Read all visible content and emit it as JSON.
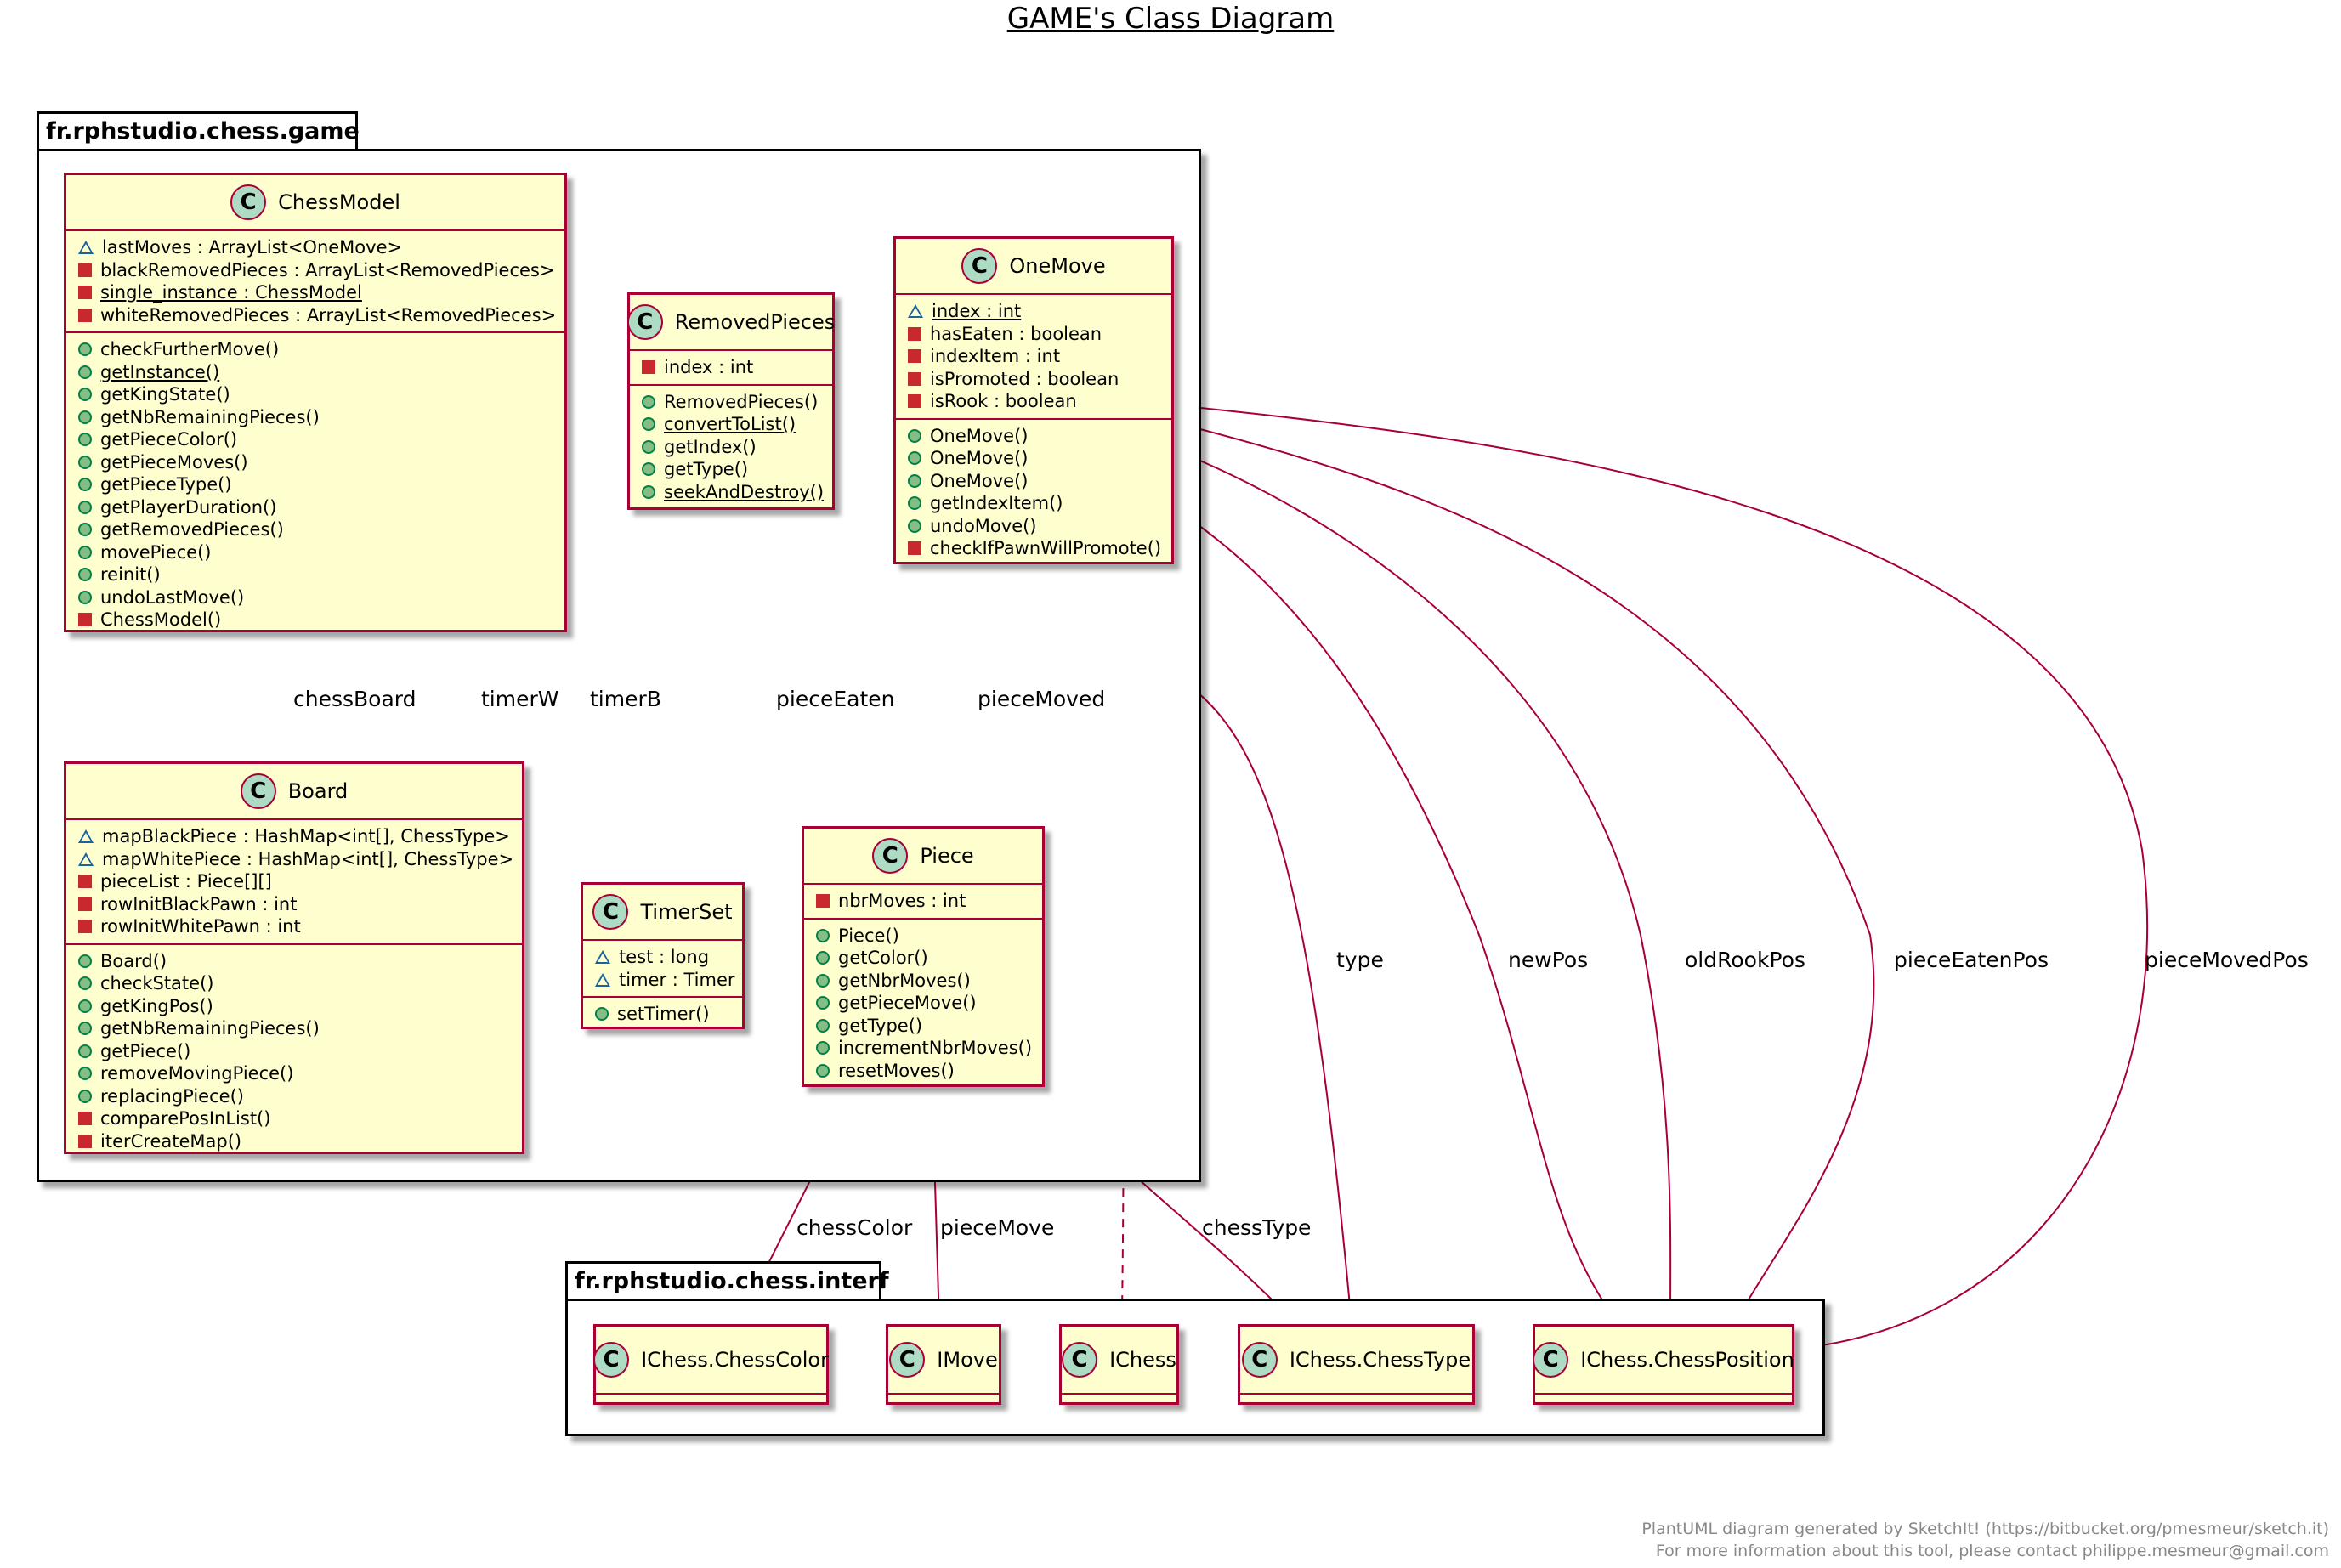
{
  "title": "GAME's Class Diagram",
  "packages": [
    {
      "id": "game",
      "name": "fr.rphstudio.chess.game"
    },
    {
      "id": "interf",
      "name": "fr.rphstudio.chess.interf"
    }
  ],
  "classes": [
    {
      "id": "ChessModel",
      "name": "ChessModel",
      "badge": "C",
      "fields": [
        {
          "vis": "package",
          "text": "lastMoves : ArrayList<OneMove>",
          "static": false
        },
        {
          "vis": "private",
          "text": "blackRemovedPieces : ArrayList<RemovedPieces>",
          "static": false
        },
        {
          "vis": "private",
          "text": "single_instance : ChessModel",
          "static": true
        },
        {
          "vis": "private",
          "text": "whiteRemovedPieces : ArrayList<RemovedPieces>",
          "static": false
        }
      ],
      "methods": [
        {
          "vis": "public",
          "text": "checkFurtherMove()",
          "static": false
        },
        {
          "vis": "public",
          "text": "getInstance()",
          "static": true
        },
        {
          "vis": "public",
          "text": "getKingState()",
          "static": false
        },
        {
          "vis": "public",
          "text": "getNbRemainingPieces()",
          "static": false
        },
        {
          "vis": "public",
          "text": "getPieceColor()",
          "static": false
        },
        {
          "vis": "public",
          "text": "getPieceMoves()",
          "static": false
        },
        {
          "vis": "public",
          "text": "getPieceType()",
          "static": false
        },
        {
          "vis": "public",
          "text": "getPlayerDuration()",
          "static": false
        },
        {
          "vis": "public",
          "text": "getRemovedPieces()",
          "static": false
        },
        {
          "vis": "public",
          "text": "movePiece()",
          "static": false
        },
        {
          "vis": "public",
          "text": "reinit()",
          "static": false
        },
        {
          "vis": "public",
          "text": "undoLastMove()",
          "static": false
        },
        {
          "vis": "private",
          "text": "ChessModel()",
          "static": false
        }
      ]
    },
    {
      "id": "RemovedPieces",
      "name": "RemovedPieces",
      "badge": "C",
      "fields": [
        {
          "vis": "private",
          "text": "index : int",
          "static": false
        }
      ],
      "methods": [
        {
          "vis": "public",
          "text": "RemovedPieces()",
          "static": false
        },
        {
          "vis": "public",
          "text": "convertToList()",
          "static": true
        },
        {
          "vis": "public",
          "text": "getIndex()",
          "static": false
        },
        {
          "vis": "public",
          "text": "getType()",
          "static": false
        },
        {
          "vis": "public",
          "text": "seekAndDestroy()",
          "static": true
        }
      ]
    },
    {
      "id": "OneMove",
      "name": "OneMove",
      "badge": "C",
      "fields": [
        {
          "vis": "package",
          "text": "index : int",
          "static": true
        },
        {
          "vis": "private",
          "text": "hasEaten : boolean",
          "static": false
        },
        {
          "vis": "private",
          "text": "indexItem : int",
          "static": false
        },
        {
          "vis": "private",
          "text": "isPromoted : boolean",
          "static": false
        },
        {
          "vis": "private",
          "text": "isRook : boolean",
          "static": false
        }
      ],
      "methods": [
        {
          "vis": "public",
          "text": "OneMove()",
          "static": false
        },
        {
          "vis": "public",
          "text": "OneMove()",
          "static": false
        },
        {
          "vis": "public",
          "text": "OneMove()",
          "static": false
        },
        {
          "vis": "public",
          "text": "getIndexItem()",
          "static": false
        },
        {
          "vis": "public",
          "text": "undoMove()",
          "static": false
        },
        {
          "vis": "private",
          "text": "checkIfPawnWillPromote()",
          "static": false
        }
      ]
    },
    {
      "id": "Board",
      "name": "Board",
      "badge": "C",
      "fields": [
        {
          "vis": "package",
          "text": "mapBlackPiece : HashMap<int[], ChessType>",
          "static": false
        },
        {
          "vis": "package",
          "text": "mapWhitePiece : HashMap<int[], ChessType>",
          "static": false
        },
        {
          "vis": "private",
          "text": "pieceList : Piece[][]",
          "static": false
        },
        {
          "vis": "private",
          "text": "rowInitBlackPawn : int",
          "static": false
        },
        {
          "vis": "private",
          "text": "rowInitWhitePawn : int",
          "static": false
        }
      ],
      "methods": [
        {
          "vis": "public",
          "text": "Board()",
          "static": false
        },
        {
          "vis": "public",
          "text": "checkState()",
          "static": false
        },
        {
          "vis": "public",
          "text": "getKingPos()",
          "static": false
        },
        {
          "vis": "public",
          "text": "getNbRemainingPieces()",
          "static": false
        },
        {
          "vis": "public",
          "text": "getPiece()",
          "static": false
        },
        {
          "vis": "public",
          "text": "removeMovingPiece()",
          "static": false
        },
        {
          "vis": "public",
          "text": "replacingPiece()",
          "static": false
        },
        {
          "vis": "private",
          "text": "comparePosInList()",
          "static": false
        },
        {
          "vis": "private",
          "text": "iterCreateMap()",
          "static": false
        }
      ]
    },
    {
      "id": "TimerSet",
      "name": "TimerSet",
      "badge": "C",
      "fields": [
        {
          "vis": "package",
          "text": "test : long",
          "static": false
        },
        {
          "vis": "package",
          "text": "timer : Timer",
          "static": false
        }
      ],
      "methods": [
        {
          "vis": "public",
          "text": "setTimer()",
          "static": false
        }
      ]
    },
    {
      "id": "Piece",
      "name": "Piece",
      "badge": "C",
      "fields": [
        {
          "vis": "private",
          "text": "nbrMoves : int",
          "static": false
        }
      ],
      "methods": [
        {
          "vis": "public",
          "text": "Piece()",
          "static": false
        },
        {
          "vis": "public",
          "text": "getColor()",
          "static": false
        },
        {
          "vis": "public",
          "text": "getNbrMoves()",
          "static": false
        },
        {
          "vis": "public",
          "text": "getPieceMove()",
          "static": false
        },
        {
          "vis": "public",
          "text": "getType()",
          "static": false
        },
        {
          "vis": "public",
          "text": "incrementNbrMoves()",
          "static": false
        },
        {
          "vis": "public",
          "text": "resetMoves()",
          "static": false
        }
      ]
    },
    {
      "id": "IChessColor",
      "name": "IChess.ChessColor",
      "badge": "C",
      "fields": [],
      "methods": []
    },
    {
      "id": "IMove",
      "name": "IMove",
      "badge": "C",
      "fields": [],
      "methods": []
    },
    {
      "id": "IChess",
      "name": "IChess",
      "badge": "C",
      "fields": [],
      "methods": []
    },
    {
      "id": "IChessType",
      "name": "IChess.ChessType",
      "badge": "C",
      "fields": [],
      "methods": []
    },
    {
      "id": "IChessPosition",
      "name": "IChess.ChessPosition",
      "badge": "C",
      "fields": [],
      "methods": []
    }
  ],
  "relations": [
    {
      "from": "ChessModel",
      "to": "Board",
      "kind": "aggregation",
      "label": "chessBoard"
    },
    {
      "from": "ChessModel",
      "to": "TimerSet",
      "kind": "aggregation",
      "label": "timerW"
    },
    {
      "from": "ChessModel",
      "to": "TimerSet",
      "kind": "aggregation",
      "label": "timerB"
    },
    {
      "from": "ChessModel",
      "to": "IChess",
      "kind": "realization",
      "label": ""
    },
    {
      "from": "RemovedPieces",
      "to": "IChessType",
      "kind": "aggregation",
      "label": "type"
    },
    {
      "from": "OneMove",
      "to": "Piece",
      "kind": "aggregation",
      "label": "pieceEaten"
    },
    {
      "from": "OneMove",
      "to": "Piece",
      "kind": "aggregation",
      "label": "pieceMoved"
    },
    {
      "from": "OneMove",
      "to": "IChessPosition",
      "kind": "aggregation",
      "label": "newPos"
    },
    {
      "from": "OneMove",
      "to": "IChessPosition",
      "kind": "aggregation",
      "label": "oldRookPos"
    },
    {
      "from": "OneMove",
      "to": "IChessPosition",
      "kind": "aggregation",
      "label": "pieceEatenPos"
    },
    {
      "from": "OneMove",
      "to": "IChessPosition",
      "kind": "aggregation",
      "label": "pieceMovedPos"
    },
    {
      "from": "Piece",
      "to": "IChessColor",
      "kind": "aggregation",
      "label": "chessColor"
    },
    {
      "from": "Piece",
      "to": "IMove",
      "kind": "aggregation",
      "label": "pieceMove"
    },
    {
      "from": "Piece",
      "to": "IChessType",
      "kind": "aggregation",
      "label": "chessType"
    }
  ],
  "footer": {
    "line1": "PlantUML diagram generated by SketchIt! (https://bitbucket.org/pmesmeur/sketch.it)",
    "line2": "For more information about this tool, please contact philippe.mesmeur@gmail.com"
  },
  "colors": {
    "class_fill": "#fefece",
    "class_border": "#a80036",
    "badge_fill": "#addbc4",
    "public": "#84be84",
    "private": "#c82930",
    "package_vis": "#1963a0",
    "footer": "#888888"
  }
}
